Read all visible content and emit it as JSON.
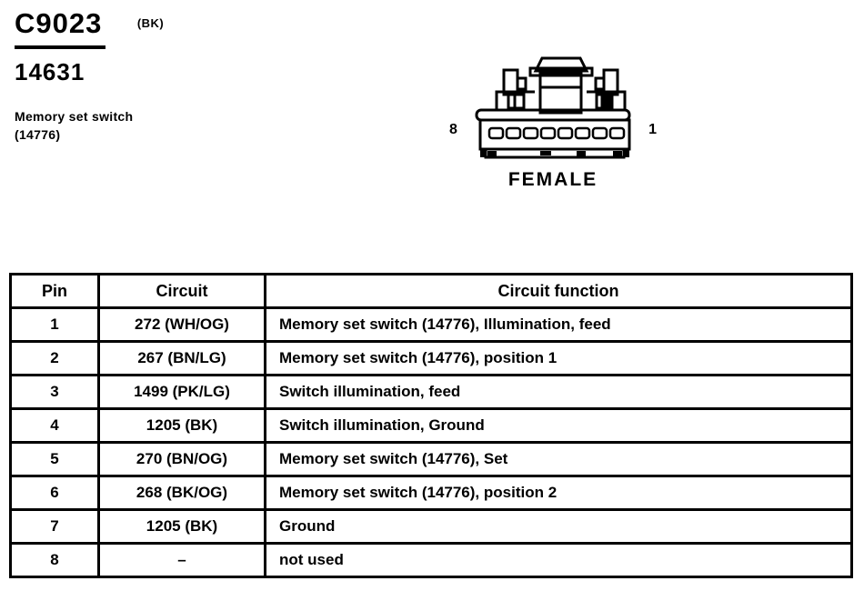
{
  "header": {
    "connector_id": "C9023",
    "connector_color": "(BK)",
    "part_number": "14631",
    "component_line1": "Memory set switch",
    "component_line2": "(14776)"
  },
  "connector_figure": {
    "left_pin_label": "8",
    "right_pin_label": "1",
    "gender_label": "FEMALE",
    "cavity_count": 8,
    "ink_color": "#000000",
    "paper_color": "#ffffff"
  },
  "pin_table": {
    "columns": [
      "Pin",
      "Circuit",
      "Circuit function"
    ],
    "rows": [
      {
        "pin": "1",
        "circuit": "272 (WH/OG)",
        "function": "Memory set switch (14776), Illumination, feed"
      },
      {
        "pin": "2",
        "circuit": "267 (BN/LG)",
        "function": "Memory set switch (14776), position 1"
      },
      {
        "pin": "3",
        "circuit": "1499 (PK/LG)",
        "function": "Switch illumination, feed"
      },
      {
        "pin": "4",
        "circuit": "1205 (BK)",
        "function": "Switch illumination, Ground"
      },
      {
        "pin": "5",
        "circuit": "270 (BN/OG)",
        "function": "Memory set switch (14776), Set"
      },
      {
        "pin": "6",
        "circuit": "268 (BK/OG)",
        "function": "Memory set switch (14776), position 2"
      },
      {
        "pin": "7",
        "circuit": "1205 (BK)",
        "function": "Ground"
      },
      {
        "pin": "8",
        "circuit": "–",
        "function": "not used"
      }
    ]
  }
}
